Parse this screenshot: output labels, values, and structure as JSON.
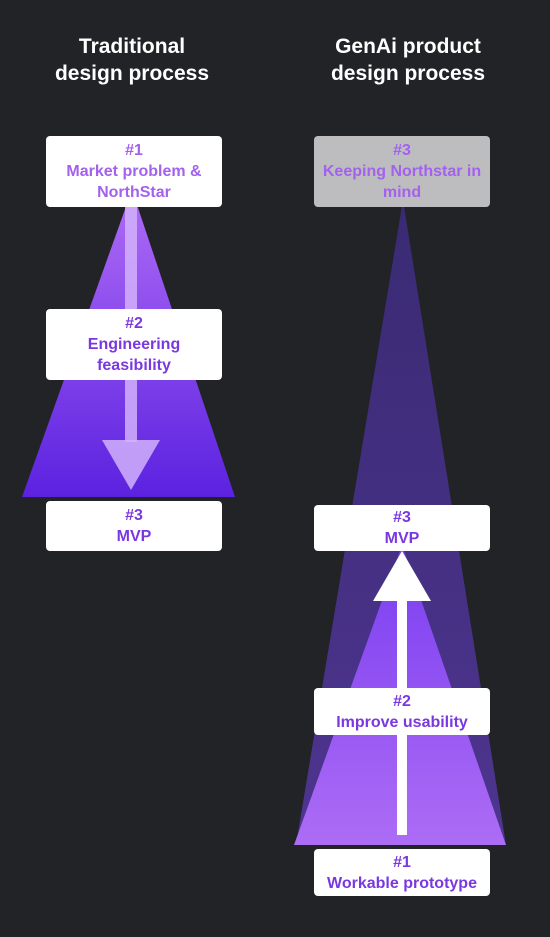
{
  "colors": {
    "background": "#222327",
    "accent": "#7a38e0",
    "accent_light": "#a361ee",
    "box": "#ffffff",
    "box_muted": "#bdbdbf"
  },
  "traditional": {
    "title": "Traditional\ndesign process",
    "boxes": [
      {
        "step": "#1",
        "label": "Market problem &\nNorthStar"
      },
      {
        "step": "#2",
        "label": "Engineering\nfeasibility"
      },
      {
        "step": "#3",
        "label": "MVP"
      }
    ]
  },
  "genai": {
    "title": "GenAi product\ndesign process",
    "boxes": [
      {
        "step": "#3",
        "label": "Keeping Northstar in\nmind"
      },
      {
        "step": "#3",
        "label": "MVP"
      },
      {
        "step": "#2",
        "label": "Improve usability"
      },
      {
        "step": "#1",
        "label": "Workable prototype"
      }
    ]
  }
}
